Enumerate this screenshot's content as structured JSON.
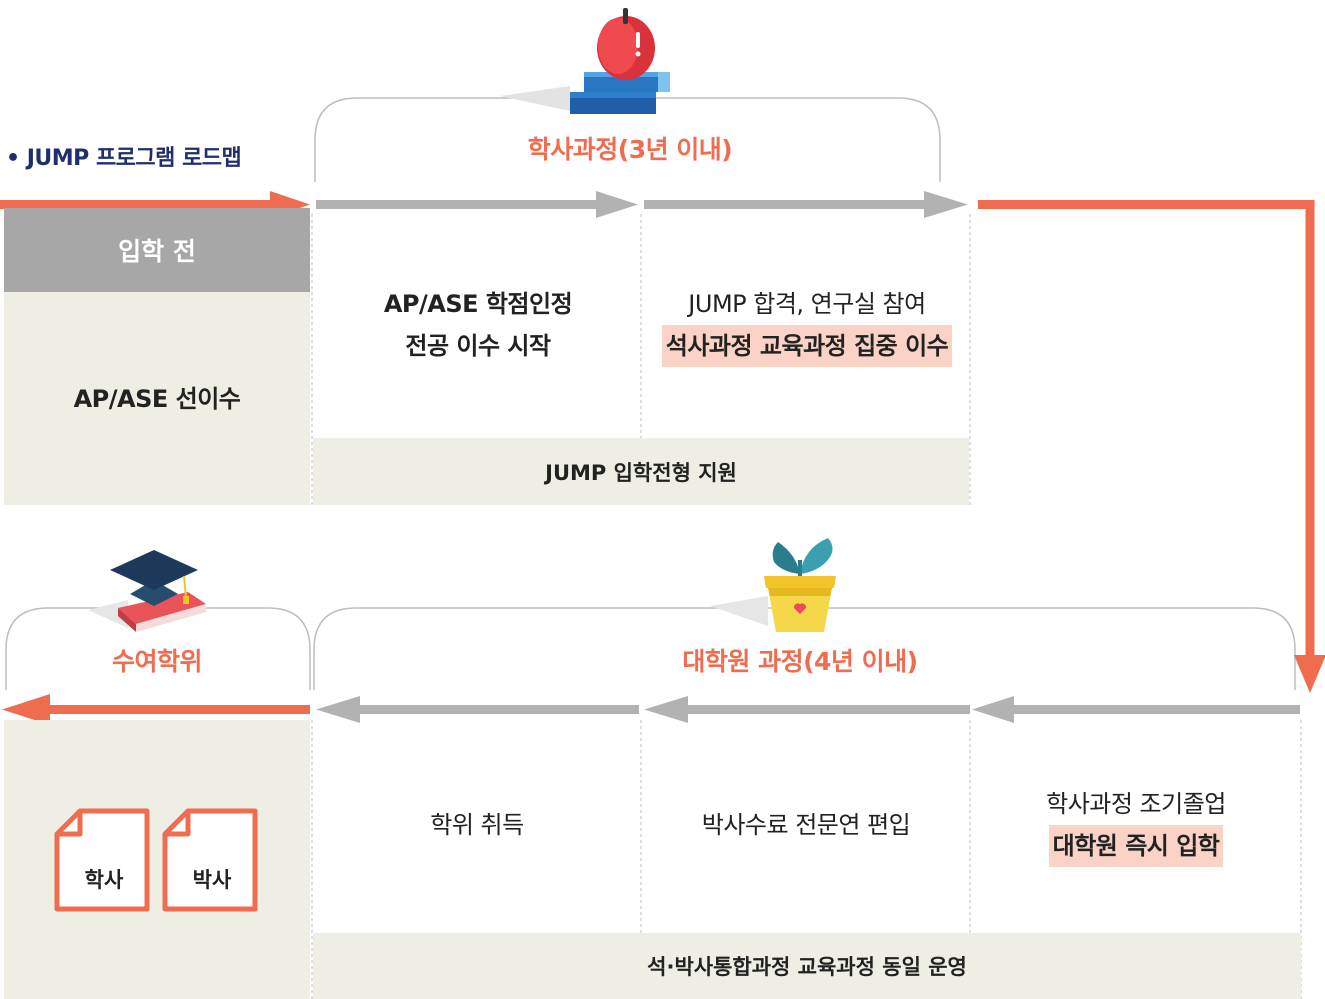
{
  "heading": "• JUMP 프로그램 로드맵",
  "top": {
    "pre_admission_header": "입학 전",
    "pre_admission_body": "AP/ASE 선이수",
    "section_title": "학사과정(3년 이내)",
    "step1_line1": "AP/ASE 학점인정",
    "step1_line2": "전공 이수 시작",
    "step2_line1": "JUMP 합격, 연구실 참여",
    "step2_line2": "석사과정 교육과정 집중 이수",
    "footer": "JUMP 입학전형 지원"
  },
  "bottom": {
    "degree_title": "수여학위",
    "degree_1": "학사",
    "degree_2": "박사",
    "section_title": "대학원 과정(4년 이내)",
    "step_a": "학위 취득",
    "step_b": "박사수료 전문연 편입",
    "step_c_line1": "학사과정 조기졸업",
    "step_c_line2": "대학원 즉시 입학",
    "footer": "석·박사통합과정 교육과정 동일 운영"
  },
  "colors": {
    "accent": "#ef6c4f",
    "gray_arrow": "#b2b2b2",
    "beige": "#eeeee5",
    "highlight": "#fbd3c6",
    "title_navy": "#1f2f6b"
  },
  "icons": [
    "apple-on-books-icon",
    "plant-pot-icon",
    "graduation-cap-icon",
    "document-icon"
  ]
}
